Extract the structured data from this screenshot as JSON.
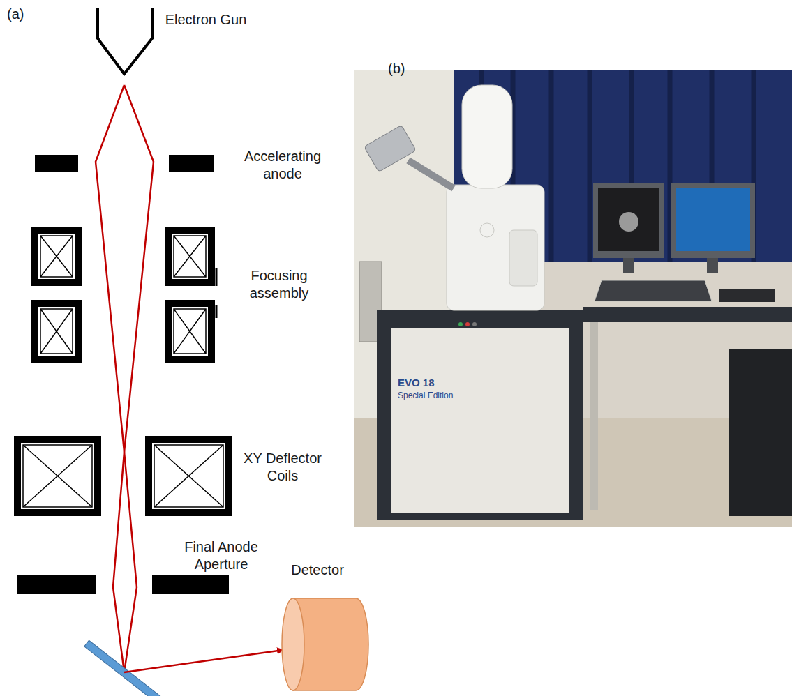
{
  "diagram": {
    "labels": [
      "(a)",
      "Electron Gun",
      "(b)",
      "Accelerating anode",
      "Focusing assembly",
      "XY Deflector Coils",
      "Final Anode Aperture",
      "Detector",
      "EVO 18",
      "Special Edition"
    ]
  }
}
